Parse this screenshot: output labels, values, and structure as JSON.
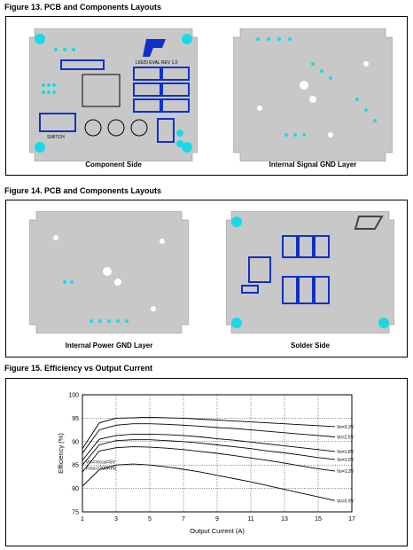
{
  "figures": {
    "fig13": {
      "title": "Figure 13. PCB and Components Layouts",
      "left_caption": "Component Side",
      "right_caption": "Internal Signal GND Layer"
    },
    "fig14": {
      "title": "Figure 14. PCB and Components Layouts",
      "left_caption": "Internal Power GND Layer",
      "right_caption": "Solder Side"
    },
    "fig15": {
      "title": "Figure 15. Efficiency vs Output Current"
    }
  },
  "board_text": {
    "silk_label": "L6920 EVAL REV 1.0",
    "switch_label": "SWITCH"
  },
  "colors": {
    "board": "#c8c8c8",
    "pads": "#19d9e6",
    "copper": "#1030c8",
    "line": "#000000"
  },
  "chart_data": {
    "type": "line",
    "title": "",
    "xlabel": "Output Current (A)",
    "ylabel": "Efficiency (%)",
    "xlim": [
      1,
      17
    ],
    "ylim": [
      75,
      100
    ],
    "xticks": [
      1,
      3,
      5,
      7,
      9,
      11,
      13,
      15,
      17
    ],
    "xtick_labels": [
      "1",
      "3",
      "5",
      "7",
      "9",
      "11",
      "13",
      "15",
      "17"
    ],
    "yticks": [
      75,
      80,
      85,
      90,
      95,
      100
    ],
    "annotation": [
      "Vin=Vcca=5V",
      "Fosc=200KHz"
    ],
    "grid": true,
    "series": [
      {
        "name": "Vo=3.3V",
        "x": [
          1,
          2,
          3,
          4,
          5,
          6,
          7,
          8,
          9,
          10,
          11,
          12,
          13,
          14,
          15,
          16
        ],
        "y": [
          88.5,
          94,
          95,
          95.1,
          95.2,
          95.1,
          95,
          94.8,
          94.6,
          94.4,
          94.2,
          94,
          93.8,
          93.6,
          93.4,
          93.2
        ]
      },
      {
        "name": "Vo=2.5V",
        "x": [
          1,
          2,
          3,
          4,
          5,
          6,
          7,
          8,
          9,
          10,
          11,
          12,
          13,
          14,
          15,
          16
        ],
        "y": [
          87.5,
          92.5,
          93.5,
          93.8,
          93.8,
          93.7,
          93.5,
          93.3,
          93,
          92.8,
          92.5,
          92.2,
          91.9,
          91.6,
          91.3,
          91
        ]
      },
      {
        "name": "Vo=1.8V",
        "x": [
          1,
          2,
          3,
          4,
          5,
          6,
          7,
          8,
          9,
          10,
          11,
          12,
          13,
          14,
          15,
          16
        ],
        "y": [
          86,
          90.5,
          91.3,
          91.6,
          91.6,
          91.5,
          91.3,
          91,
          90.6,
          90.3,
          89.9,
          89.5,
          89.1,
          88.7,
          88.3,
          87.9
        ]
      },
      {
        "name": "Vo=1.5V",
        "x": [
          1,
          2,
          3,
          4,
          5,
          6,
          7,
          8,
          9,
          10,
          11,
          12,
          13,
          14,
          15,
          16
        ],
        "y": [
          85,
          89.3,
          90.2,
          90.4,
          90.4,
          90.2,
          90,
          89.7,
          89.3,
          88.9,
          88.5,
          88,
          87.6,
          87.1,
          86.6,
          86.2
        ]
      },
      {
        "name": "Vo=1.3V",
        "x": [
          1,
          2,
          3,
          4,
          5,
          6,
          7,
          8,
          9,
          10,
          11,
          12,
          13,
          14,
          15,
          16
        ],
        "y": [
          83.5,
          88,
          88.7,
          88.9,
          88.8,
          88.6,
          88.3,
          87.9,
          87.5,
          87,
          86.5,
          86,
          85.4,
          84.8,
          84.2,
          83.7
        ]
      },
      {
        "name": "Vo=0.9V",
        "x": [
          1,
          2,
          3,
          4,
          5,
          6,
          7,
          8,
          9,
          10,
          11,
          12,
          13,
          14,
          15,
          16
        ],
        "y": [
          80.5,
          84,
          85,
          85.2,
          85,
          84.6,
          84.1,
          83.5,
          82.8,
          82.1,
          81.4,
          80.6,
          79.8,
          79,
          78.2,
          77.4
        ]
      }
    ]
  }
}
